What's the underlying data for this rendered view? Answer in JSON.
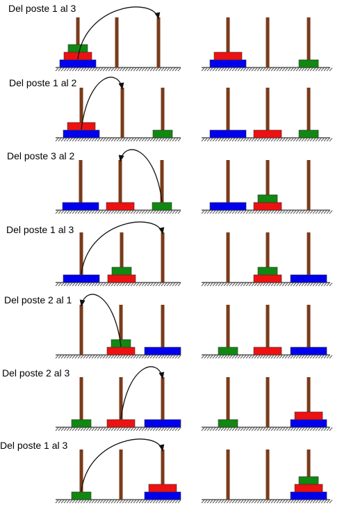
{
  "colors": {
    "pole": "#7a3b1a",
    "ground": "#555555",
    "arrow": "#111111",
    "disk_large": "#0000ee",
    "disk_medium": "#ee1111",
    "disk_small": "#118811"
  },
  "steps": [
    {
      "caption": "Del poste 1 al 3",
      "arrow": {
        "from": 1,
        "to": 3
      },
      "before": [
        [
          "large",
          "medium",
          "small"
        ],
        [],
        []
      ],
      "after": [
        [
          "large",
          "medium"
        ],
        [],
        [
          "small"
        ]
      ]
    },
    {
      "caption": "Del poste 1 al 2",
      "arrow": {
        "from": 1,
        "to": 2
      },
      "before": [
        [
          "large",
          "medium"
        ],
        [],
        [
          "small"
        ]
      ],
      "after": [
        [
          "large"
        ],
        [
          "medium"
        ],
        [
          "small"
        ]
      ]
    },
    {
      "caption": "Del poste 3 al 2",
      "arrow": {
        "from": 3,
        "to": 2
      },
      "before": [
        [
          "large"
        ],
        [
          "medium"
        ],
        [
          "small"
        ]
      ],
      "after": [
        [
          "large"
        ],
        [
          "medium",
          "small"
        ],
        []
      ]
    },
    {
      "caption": "Del poste 1 al 3",
      "arrow": {
        "from": 1,
        "to": 3
      },
      "before": [
        [
          "large"
        ],
        [
          "medium",
          "small"
        ],
        []
      ],
      "after": [
        [],
        [
          "medium",
          "small"
        ],
        [
          "large"
        ]
      ]
    },
    {
      "caption": "Del poste 2 al 1",
      "arrow": {
        "from": 2,
        "to": 1
      },
      "before": [
        [],
        [
          "medium",
          "small"
        ],
        [
          "large"
        ]
      ],
      "after": [
        [
          "small"
        ],
        [
          "medium"
        ],
        [
          "large"
        ]
      ]
    },
    {
      "caption": "Del poste 2 al 3",
      "arrow": {
        "from": 2,
        "to": 3
      },
      "before": [
        [
          "small"
        ],
        [
          "medium"
        ],
        [
          "large"
        ]
      ],
      "after": [
        [
          "small"
        ],
        [],
        [
          "large",
          "medium"
        ]
      ]
    },
    {
      "caption": "Del poste 1 al 3",
      "arrow": {
        "from": 1,
        "to": 3
      },
      "before": [
        [
          "small"
        ],
        [],
        [
          "large",
          "medium"
        ]
      ],
      "after": [
        [],
        [],
        [
          "large",
          "medium",
          "small"
        ]
      ]
    }
  ]
}
